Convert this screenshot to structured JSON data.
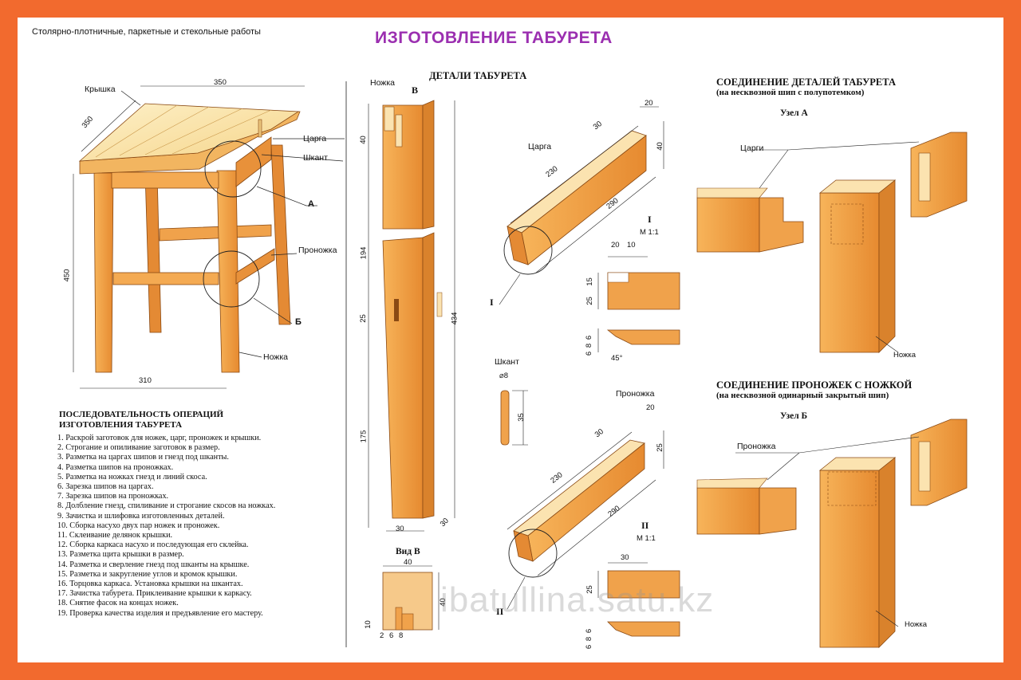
{
  "header": {
    "subject": "Столярно-плотничные, паркетные и стекольные работы",
    "title": "ИЗГОТОВЛЕНИЕ ТАБУРЕТА"
  },
  "stool": {
    "labels": {
      "lid": "Крышка",
      "apron": "Царга",
      "dowel": "Шкант",
      "node_a": "А",
      "rail": "Проножка",
      "node_b": "Б",
      "leg": "Ножка"
    },
    "dims": {
      "lid_width": "350",
      "lid_depth": "350",
      "height": "450",
      "base": "310"
    }
  },
  "details": {
    "title": "ДЕТАЛИ ТАБУРЕТА",
    "leg_label": "Ножка",
    "view_mark": "В",
    "leg_dims": {
      "d40": "40",
      "d194": "194",
      "d25": "25",
      "d175": "175",
      "d434": "434",
      "d30a": "30",
      "d30b": "30"
    },
    "view_title": "Вид В",
    "view_dims": {
      "w40": "40",
      "h40": "40",
      "h10": "10",
      "a2": "2",
      "a6": "6",
      "a8": "8"
    },
    "apron_label": "Царга",
    "apron_dims": {
      "d20": "20",
      "d30": "30",
      "d40": "40",
      "d230": "230",
      "d290": "290"
    },
    "section_i": {
      "mark": "I",
      "scale": "М 1:1",
      "d20a": "20",
      "d10": "10",
      "d15": "15",
      "d25": "25",
      "d6a": "6",
      "d8": "8",
      "d6b": "6",
      "angle": "45°",
      "callout": "I"
    },
    "dowel_label": "Шкант",
    "dowel_dims": {
      "dia": "⌀8",
      "len": "35"
    },
    "rail_label": "Проножка",
    "rail_dims": {
      "d20": "20",
      "d30": "30",
      "d25": "25",
      "d230": "230",
      "d290": "290"
    },
    "section_ii": {
      "mark": "II",
      "scale": "М 1:1",
      "d30": "30",
      "d25": "25",
      "d6a": "6",
      "d8": "8",
      "d6b": "6",
      "callout": "II"
    }
  },
  "joint_a": {
    "title": "СОЕДИНЕНИЕ ДЕТАЛЕЙ ТАБУРЕТА",
    "subtitle": "(на несквозной шип с полупотемком)",
    "node": "Узел А",
    "aprons_label": "Царги",
    "leg_label": "Ножка"
  },
  "joint_b": {
    "title": "СОЕДИНЕНИЕ ПРОНОЖЕК С НОЖКОЙ",
    "subtitle": "(на несквозной одинарный закрытый шип)",
    "node": "Узел Б",
    "rail_label": "Проножка",
    "leg_label": "Ножка"
  },
  "operations": {
    "title_line1": "ПОСЛЕДОВАТЕЛЬНОСТЬ ОПЕРАЦИЙ",
    "title_line2": "ИЗГОТОВЛЕНИЯ ТАБУРЕТА",
    "items": [
      "1.  Раскрой заготовок для ножек, царг, проножек и крышки.",
      "2.  Строгание и опиливание заготовок в размер.",
      "3.  Разметка на царгах шипов и гнезд под шканты.",
      "4.  Разметка шипов на проножках.",
      "5.  Разметка на ножках гнезд и линий скоса.",
      "6.  Зарезка шипов на царгах.",
      "7.  Зарезка шипов на проножках.",
      "8.  Долбление гнезд, спиливание и строгание скосов на ножках.",
      "9.  Зачистка и шлифовка изготовленных деталей.",
      "10.  Сборка насухо двух пар ножек и проножек.",
      "11.  Склеивание делянок крышки.",
      "12.  Сборка каркаса насухо и последующая его склейка.",
      "13.  Разметка щита крышки в размер.",
      "14.  Разметка и сверление гнезд под шканты на крышке.",
      "15.  Разметка и закругление углов и кромок крышки.",
      "16.  Торцовка каркаса. Установка крышки на шкантах.",
      "17.  Зачистка табурета. Приклеивание крышки к каркасу.",
      "18.  Снятие фасок на концах  ножек.",
      "19.  Проверка качества изделия и предъявление его мастеру."
    ]
  },
  "watermark": "ibatullina.satu.kz",
  "colors": {
    "frame": "#f26a2e",
    "title": "#9b2fb0",
    "wood": "#f2a042",
    "wood_dark": "#d9822c",
    "wood_light": "#fbe3b0"
  }
}
